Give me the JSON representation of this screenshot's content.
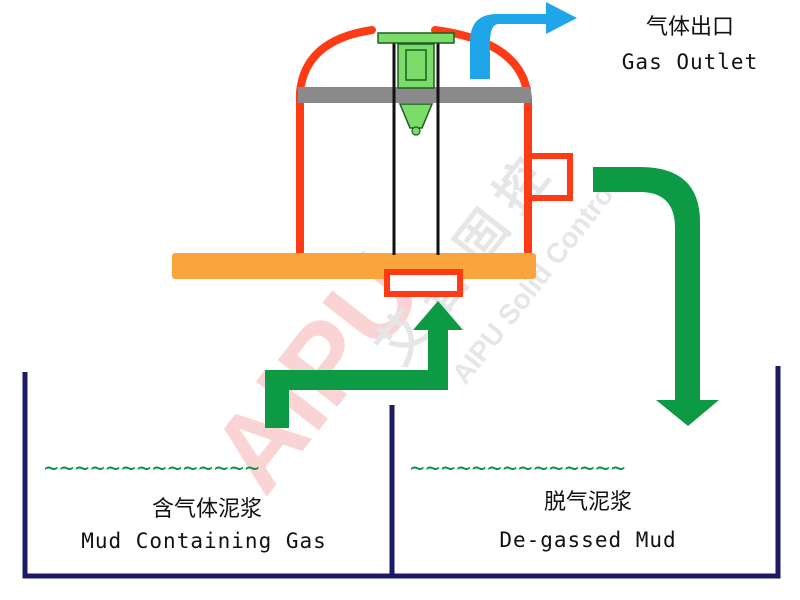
{
  "gas_outlet": {
    "cn": "气体出口",
    "en": "Gas Outlet"
  },
  "inlet_tank": {
    "cn": "含气体泥浆",
    "en": "Mud Containing Gas",
    "surface": "~~~~~~~~~~~~~~"
  },
  "outlet_tank": {
    "cn": "脱气泥浆",
    "en": "De-gassed Mud",
    "surface": "~~~~~~~~~~~~~~"
  },
  "watermark": {
    "logo": "AiPU",
    "cn": "艾 普 固 控",
    "en": "AIPU Solid Control"
  },
  "colors": {
    "vessel": "#ff3b16",
    "base_plate": "#f9a53c",
    "gray_plate": "#8a8a8a",
    "gas_arrow": "#1fa6e8",
    "mud_arrow": "#0c9a44",
    "tank": "#1c1a66",
    "internal_green": "#7bdc6a"
  }
}
